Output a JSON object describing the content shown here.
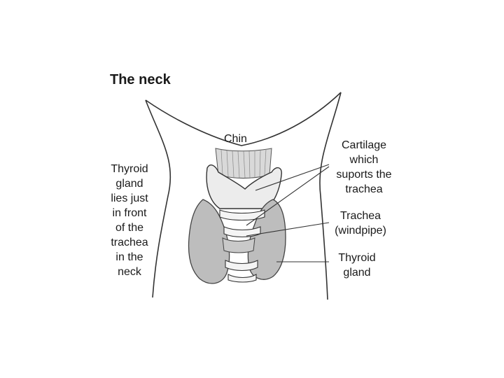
{
  "title": "The neck",
  "labels": {
    "chin": "Chin",
    "left_note": [
      "Thyroid",
      "gland",
      "lies just",
      "in front",
      "of the",
      "trachea",
      "in the",
      "neck"
    ],
    "cartilage": [
      "Cartilage",
      "which",
      "suports the",
      "trachea"
    ],
    "trachea": [
      "Trachea",
      "(windpipe)"
    ],
    "thyroid": [
      "Thyroid",
      "gland"
    ]
  }
}
